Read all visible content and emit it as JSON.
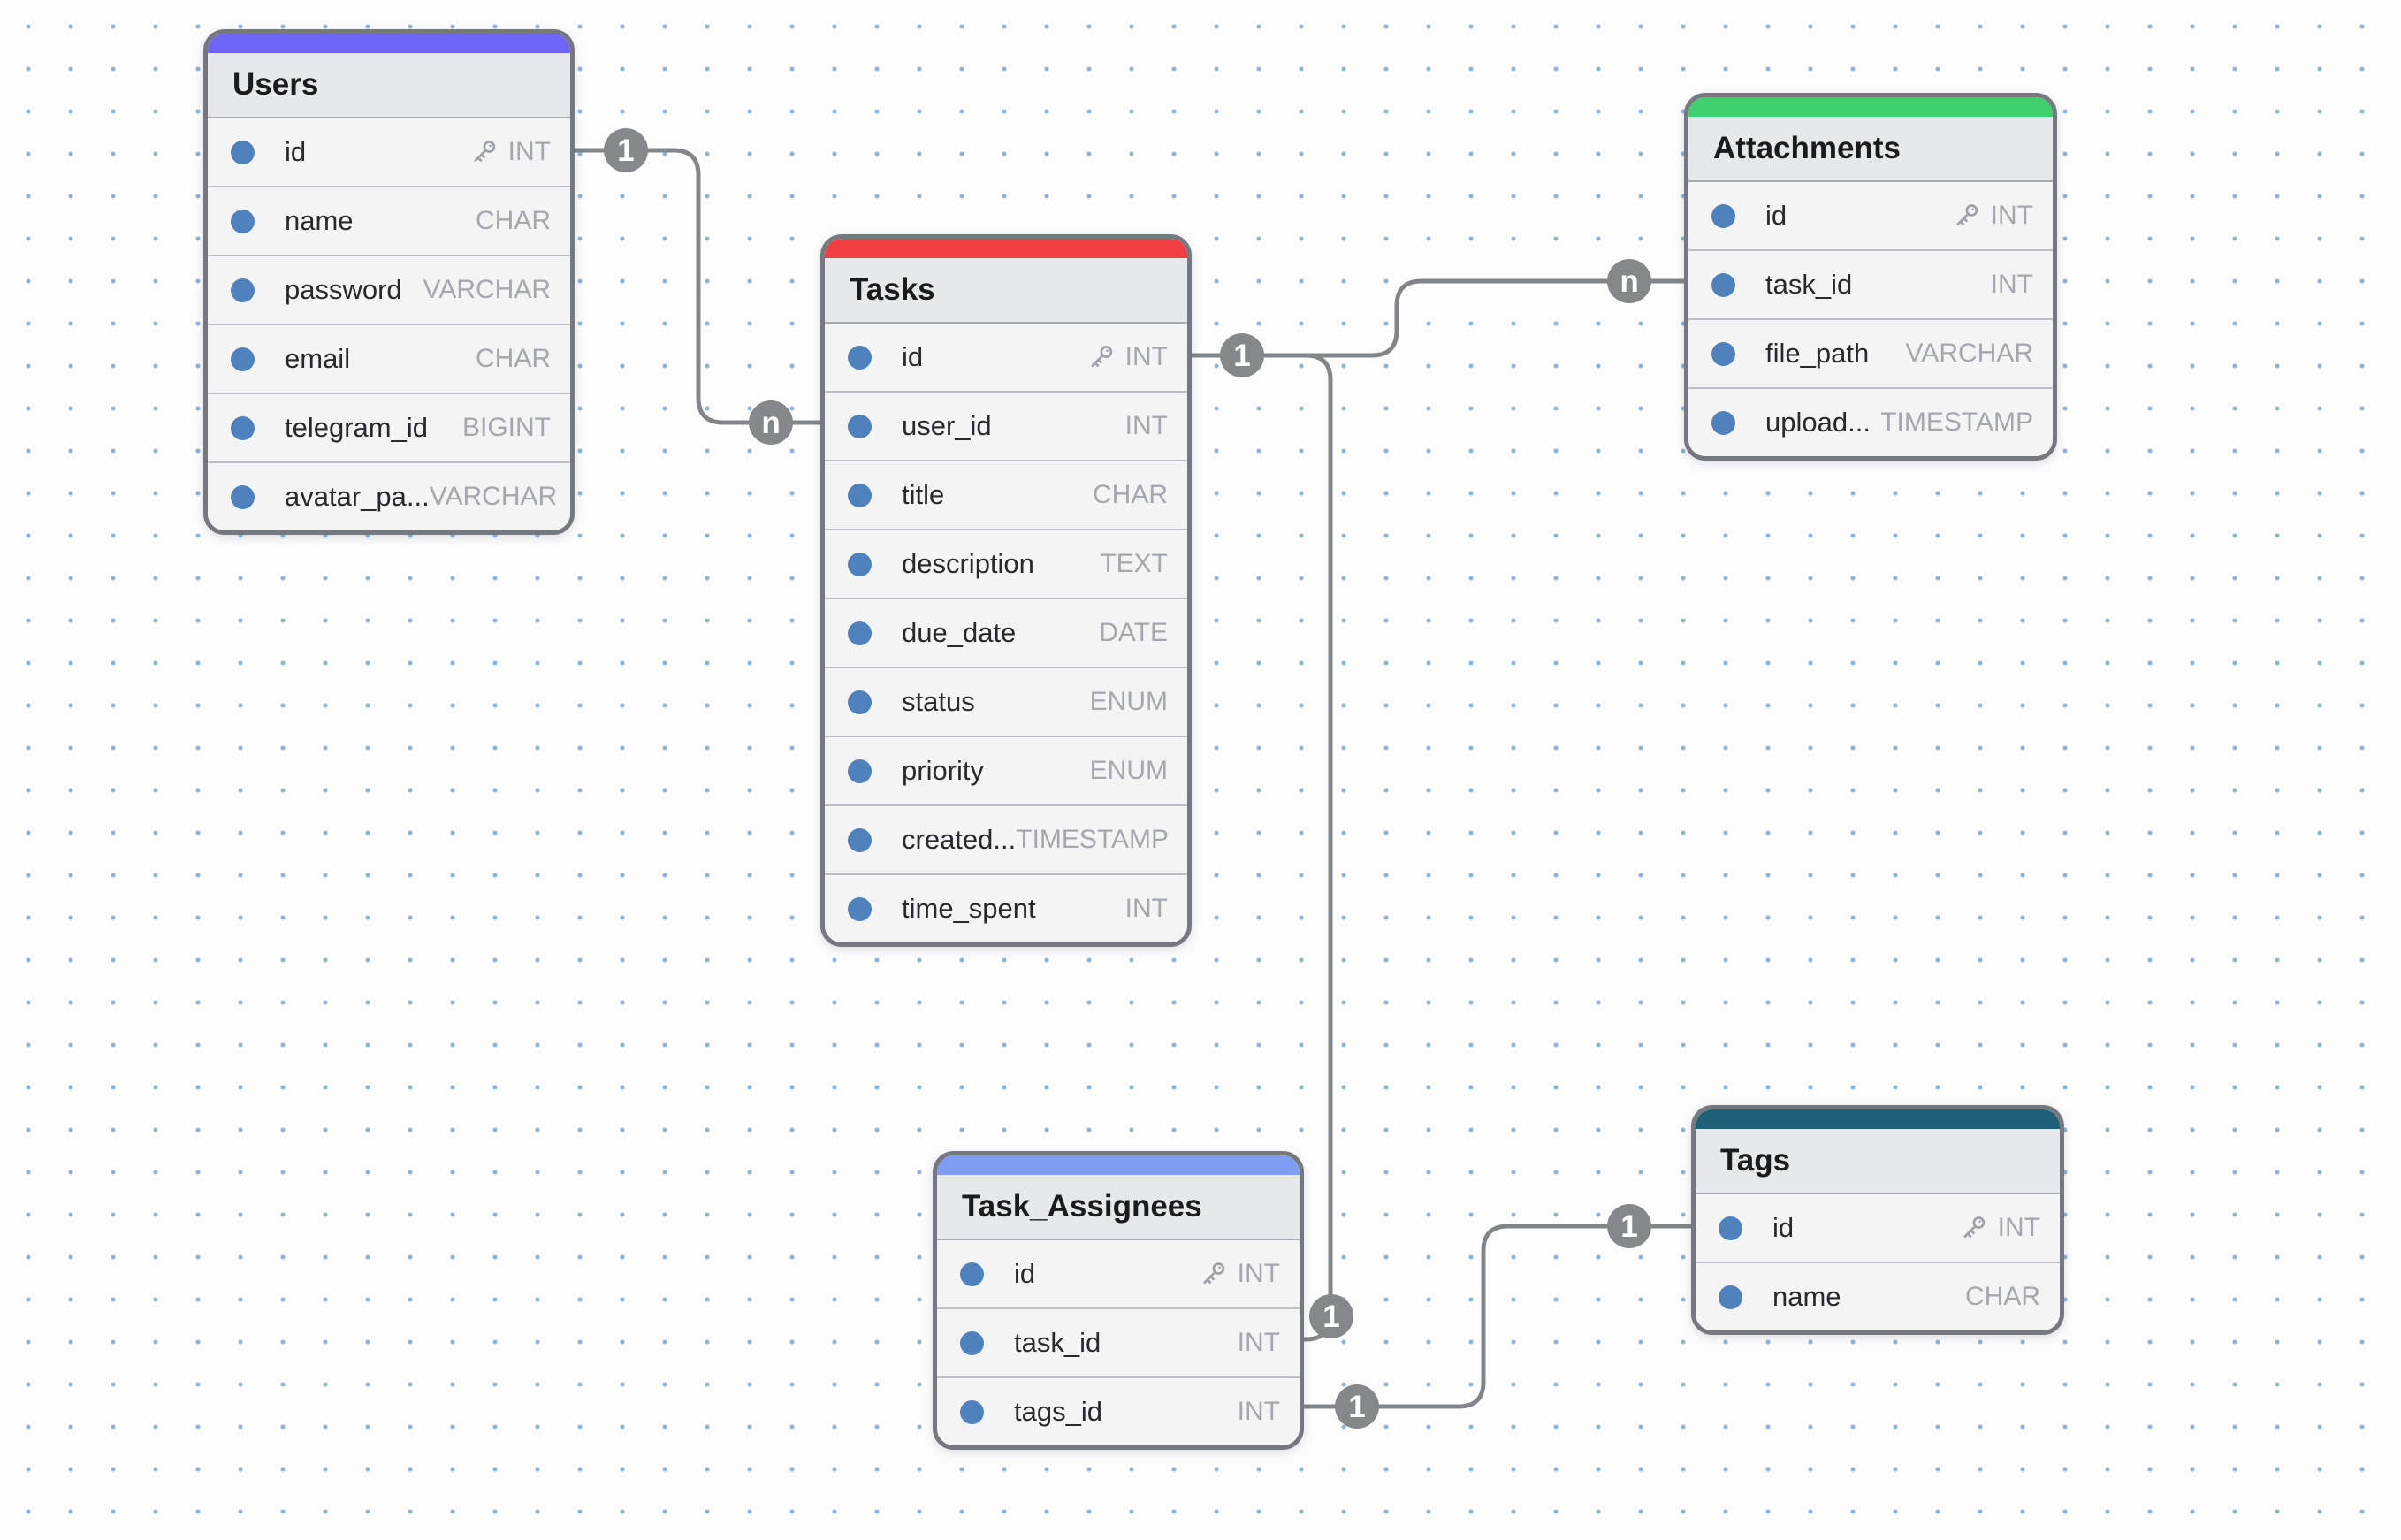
{
  "diagram": {
    "background_dot_color": "#8fb4da",
    "connector_color": "#838689",
    "badge_color": "#85888b",
    "field_dot_color": "#4f82bd"
  },
  "icons": {
    "primary_key_icon": "key",
    "field_bullet_icon": "dot"
  },
  "tables": [
    {
      "name": "Users",
      "accent_color": "#6f66f5",
      "fields": [
        {
          "name": "id",
          "type": "INT",
          "pk": true
        },
        {
          "name": "name",
          "type": "CHAR",
          "pk": false
        },
        {
          "name": "password",
          "type": "VARCHAR",
          "pk": false
        },
        {
          "name": "email",
          "type": "CHAR",
          "pk": false
        },
        {
          "name": "telegram_id",
          "type": "BIGINT",
          "pk": false
        },
        {
          "name": "avatar_pa...",
          "type": "VARCHAR",
          "pk": false
        }
      ]
    },
    {
      "name": "Tasks",
      "accent_color": "#f23d41",
      "fields": [
        {
          "name": "id",
          "type": "INT",
          "pk": true
        },
        {
          "name": "user_id",
          "type": "INT",
          "pk": false
        },
        {
          "name": "title",
          "type": "CHAR",
          "pk": false
        },
        {
          "name": "description",
          "type": "TEXT",
          "pk": false
        },
        {
          "name": "due_date",
          "type": "DATE",
          "pk": false
        },
        {
          "name": "status",
          "type": "ENUM",
          "pk": false
        },
        {
          "name": "priority",
          "type": "ENUM",
          "pk": false
        },
        {
          "name": "created...",
          "type": "TIMESTAMP",
          "pk": false
        },
        {
          "name": "time_spent",
          "type": "INT",
          "pk": false
        }
      ]
    },
    {
      "name": "Attachments",
      "accent_color": "#3ecf6e",
      "fields": [
        {
          "name": "id",
          "type": "INT",
          "pk": true
        },
        {
          "name": "task_id",
          "type": "INT",
          "pk": false
        },
        {
          "name": "file_path",
          "type": "VARCHAR",
          "pk": false
        },
        {
          "name": "upload...",
          "type": "TIMESTAMP",
          "pk": false
        }
      ]
    },
    {
      "name": "Task_Assignees",
      "accent_color": "#7f9df3",
      "fields": [
        {
          "name": "id",
          "type": "INT",
          "pk": true
        },
        {
          "name": "task_id",
          "type": "INT",
          "pk": false
        },
        {
          "name": "tags_id",
          "type": "INT",
          "pk": false
        }
      ]
    },
    {
      "name": "Tags",
      "accent_color": "#1e6078",
      "fields": [
        {
          "name": "id",
          "type": "INT",
          "pk": true
        },
        {
          "name": "name",
          "type": "CHAR",
          "pk": false
        }
      ]
    }
  ],
  "relationships": [
    {
      "from": "Users.id",
      "to": "Tasks.user_id",
      "from_label": "1",
      "to_label": "n"
    },
    {
      "from": "Tasks.id",
      "to": "Attachments.task_id",
      "from_label": "1",
      "to_label": "n"
    },
    {
      "from": "Tasks.id",
      "to": "Task_Assignees.task_id",
      "from_label": "1",
      "to_label": "1"
    },
    {
      "from": "Tags.id",
      "to": "Task_Assignees.tags_id",
      "from_label": "1",
      "to_label": "1"
    }
  ]
}
